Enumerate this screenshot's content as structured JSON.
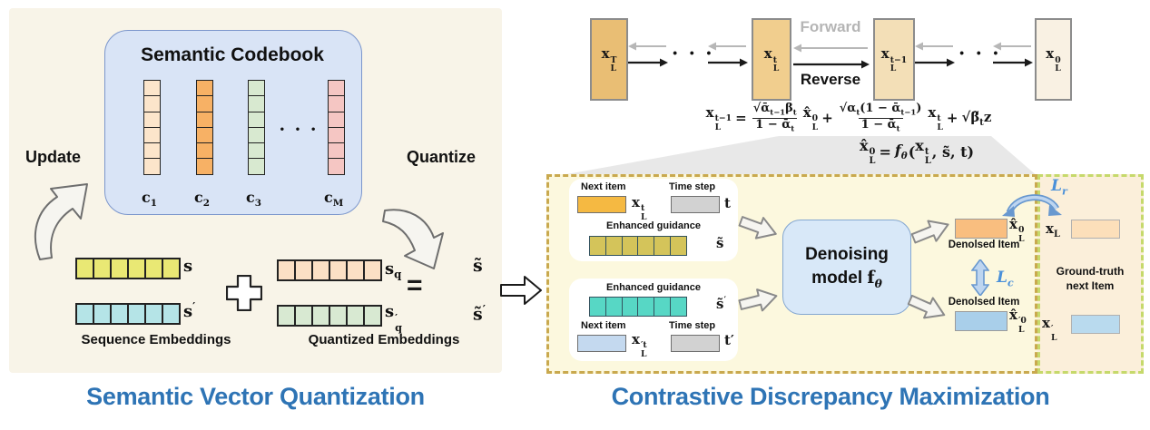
{
  "colors": {
    "left_panel_bg": "#F8F4E8",
    "codebook_bg": "#D9E4F6",
    "c1": "#FCE5CB",
    "c2": "#F7B165",
    "c3": "#D8E9D0",
    "cM": "#F5C6C3",
    "s": "#E9E874",
    "s_prime": "#B5E4E7",
    "sq": "#FBE0C5",
    "sq_prime": "#D8E9D2",
    "next_item": "#F5B942",
    "time_step": "#D2D2D2",
    "next_item_prime": "#C4D9EF",
    "guidance": "#D4C45A",
    "guidance_prime": "#57D7C5",
    "model_bg": "#D8E8F8",
    "denoised": "#F9BE7F",
    "denoised_prime": "#A9CFEA",
    "gt_item": "#FCDFBA",
    "gt_item_prime": "#B9DAEE",
    "title": "#2E74B5",
    "loss": "#4A90D9"
  },
  "left": {
    "codebook": {
      "title": "Semantic Codebook",
      "dots": "· · ·",
      "cells_per_column": "6",
      "columns": [
        {
          "base": "c",
          "sub": "1",
          "color": "#FCE5CB"
        },
        {
          "base": "c",
          "sub": "2",
          "color": "#F7B165"
        },
        {
          "base": "c",
          "sub": "3",
          "color": "#D8E9D0"
        },
        {
          "base": "c",
          "sub": "M",
          "color": "#F5C6C3"
        }
      ]
    },
    "update_label": "Update",
    "quantize_label": "Quantize",
    "cells_per_row": "6",
    "s_base": "s",
    "s_prime_base": "s",
    "s_prime_sup": "′",
    "sq_base": "s",
    "sq_sub": "q",
    "sqp_base": "s",
    "sqp_sup": "′",
    "sqp_sub": "q",
    "plus": "+",
    "equals": "=",
    "s_tilde": "s̃",
    "s_tilde_prime_base": "s̃",
    "s_tilde_prime_sup": "′",
    "sequence_caption": "Sequence Embeddings",
    "quantized_caption": "Quantized Embeddings",
    "title": "Semantic Vector Quantization"
  },
  "chain": {
    "dots": "· · ·",
    "forward_label": "Forward",
    "reverse_label": "Reverse",
    "nodes": [
      {
        "base": "x",
        "sup": "T",
        "sub": "L",
        "color": "#E9BE74"
      },
      {
        "base": "x",
        "sup": "t",
        "sub": "L",
        "color": "#F1CE8E"
      },
      {
        "base": "x",
        "sup": "t−1",
        "sub": "L",
        "color": "#F3DFB7"
      },
      {
        "base": "x",
        "sup": "0",
        "sub": "L",
        "color": "#F9F1E3"
      }
    ]
  },
  "formula1": {
    "lhs_b": "x",
    "lhs_sup": "t−1",
    "lhs_sub": "L",
    "eq": "=",
    "n1_a": "√ᾱ",
    "n1_a_sub": "t−1",
    "n1_b": "β",
    "n1_b_sub": "t",
    "d1_a": "1 − ᾱ",
    "d1_a_sub": "t",
    "m1_b": "x̂",
    "m1_sup": "0",
    "m1_sub": "L",
    "plus1": "+",
    "n2_a": "√α",
    "n2_a_sub": "t",
    "n2_b": "(1 − ᾱ",
    "n2_b_sub": "t−1",
    "n2_c": ")",
    "d2_a": "1 − ᾱ",
    "d2_a_sub": "t",
    "m2_b": "x",
    "m2_sup": "t",
    "m2_sub": "L",
    "plus2": "+",
    "t_a": "√β̃",
    "t_a_sub": "t",
    "t_b": "z"
  },
  "formula2": {
    "lhs_b": "x̂",
    "lhs_sup": "0",
    "lhs_sub": "L",
    "eq": "=",
    "f": "f",
    "f_sub": "θ",
    "open": "(",
    "a_b": "x",
    "a_sup": "t",
    "a_sub": "L",
    "rest": ", s̃, t)"
  },
  "cdm": {
    "next_item_label": "Next item",
    "time_step_label": "Time step",
    "enhanced_guidance_label": "Enhanced guidance",
    "cells_per_row": "6",
    "x1_b": "x",
    "x1_sup": "t",
    "x1_sub": "L",
    "t_label": "t",
    "s_tilde": "s̃",
    "s_tilde_prime_base": "s̃",
    "s_tilde_prime_sup": "′",
    "x2_b": "x",
    "x2_sup": "′t",
    "x2_sub": "L",
    "t_prime_label": "t′",
    "model_line1": "Denoising",
    "model_line2": "model ",
    "model_f": "f",
    "model_f_sub": "θ",
    "denoised_item_label": "Denolsed Item",
    "xhat_b": "x̂",
    "xhat_sup": "0",
    "xhat_sub": "L",
    "xhatp_b": "x̂",
    "xhatp_sup": "′0",
    "xhatp_sub": "L",
    "loss_c_base": "L",
    "loss_c_sub": "c",
    "loss_r_base": "L",
    "loss_r_sub": "r",
    "gt_x_b": "x",
    "gt_x_sub": "L",
    "gt_xp_b": "x",
    "gt_xp_sup": "′",
    "gt_xp_sub": "L",
    "ground_truth_line1": "Ground-truth",
    "ground_truth_line2": "next Item",
    "title": "Contrastive Discrepancy Maximization"
  }
}
